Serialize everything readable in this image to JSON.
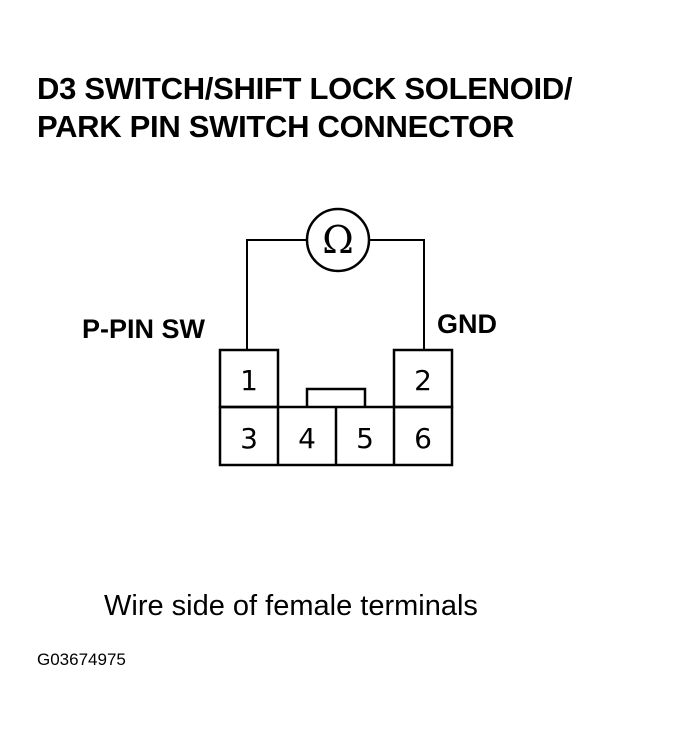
{
  "title": {
    "line1": "D3 SWITCH/SHIFT LOCK SOLENOID/",
    "line2": "PARK PIN SWITCH CONNECTOR"
  },
  "meter": {
    "symbol": "Ω",
    "icon": "ohmmeter-icon"
  },
  "labels": {
    "left": "P-PIN SW",
    "right": "GND"
  },
  "pins": [
    "1",
    "2",
    "3",
    "4",
    "5",
    "6"
  ],
  "caption": "Wire side of female terminals",
  "figure_id": "G03674975"
}
